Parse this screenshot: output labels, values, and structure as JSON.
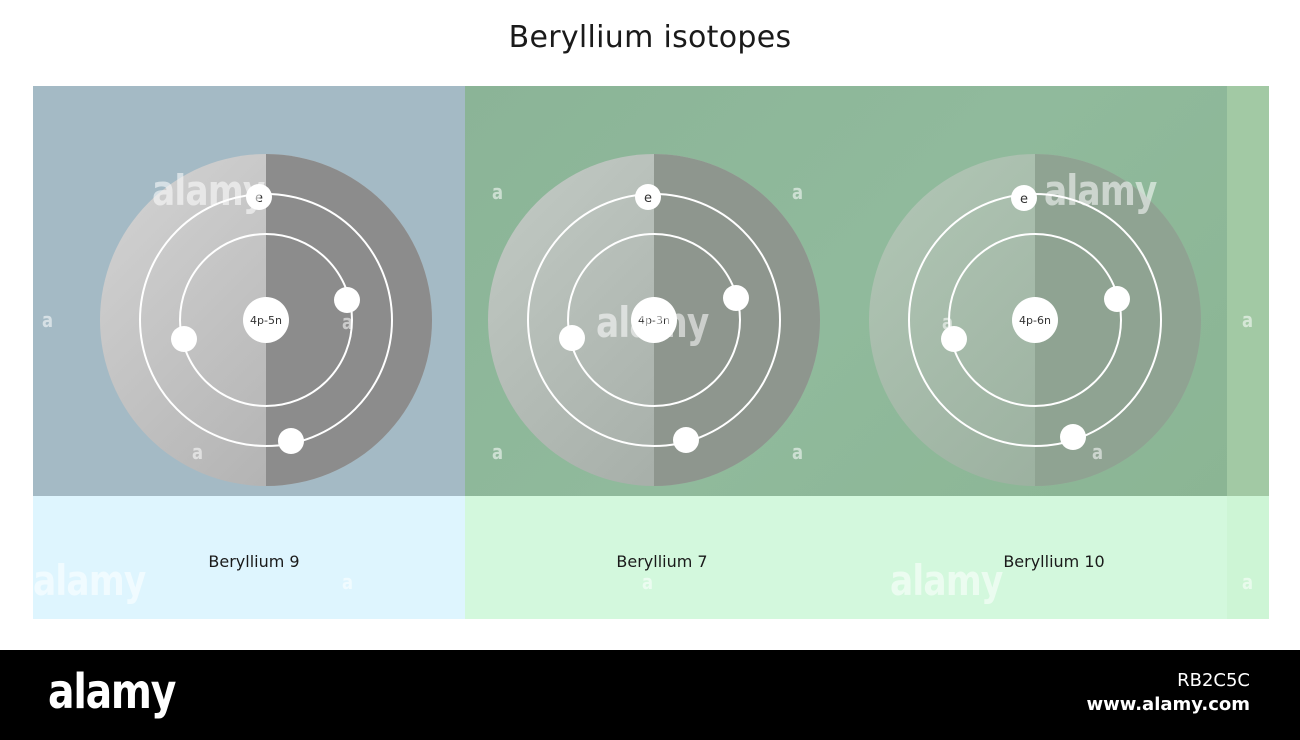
{
  "title": "Beryllium isotopes",
  "electron_label": "e",
  "colors": {
    "panel_top_blue": "#a4bac5",
    "panel_top_green": "#8bb497",
    "panel_bottom_blue": "#def5fe",
    "panel_bottom_green": "#d3f8dd",
    "orbit": "#ffffff",
    "particle": "#ffffff",
    "footer": "#000000"
  },
  "isotopes": [
    {
      "name": "Beryllium 9",
      "nucleus": "4p-5n",
      "electrons_shown": 4
    },
    {
      "name": "Beryllium 7",
      "nucleus": "4p-3n",
      "electrons_shown": 4
    },
    {
      "name": "Beryllium 10",
      "nucleus": "4p-6n",
      "electrons_shown": 4
    }
  ],
  "watermark": {
    "logo": "alamy",
    "mark": "a",
    "image_id": "RB2C5C",
    "url": "www.alamy.com"
  }
}
